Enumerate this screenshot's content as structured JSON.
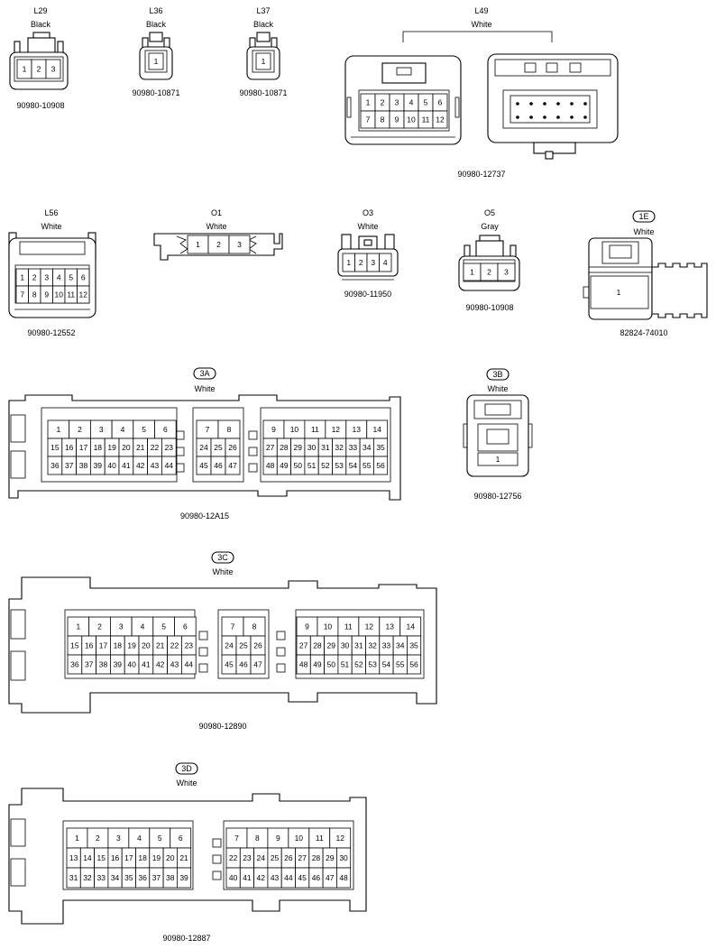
{
  "connectors": [
    {
      "id": "L29",
      "color": "Black",
      "part": "90980-10908",
      "rows": [
        [
          "1",
          "2",
          "3"
        ]
      ]
    },
    {
      "id": "L36",
      "color": "Black",
      "part": "90980-10871",
      "rows": [
        [
          "1"
        ]
      ]
    },
    {
      "id": "L37",
      "color": "Black",
      "part": "90980-10871",
      "rows": [
        [
          "1"
        ]
      ]
    },
    {
      "id": "L49",
      "color": "White",
      "part": "90980-12737",
      "rows": [
        [
          "1",
          "2",
          "3",
          "4",
          "5",
          "6"
        ],
        [
          "7",
          "8",
          "9",
          "10",
          "11",
          "12"
        ]
      ]
    },
    {
      "id": "L56",
      "color": "White",
      "part": "90980-12552",
      "rows": [
        [
          "1",
          "2",
          "3",
          "4",
          "5",
          "6"
        ],
        [
          "7",
          "8",
          "9",
          "10",
          "11",
          "12"
        ]
      ]
    },
    {
      "id": "O1",
      "color": "White",
      "part": "",
      "rows": [
        [
          "1",
          "2",
          "3"
        ]
      ]
    },
    {
      "id": "O3",
      "color": "White",
      "part": "90980-11950",
      "rows": [
        [
          "1",
          "2",
          "3",
          "4"
        ]
      ]
    },
    {
      "id": "O5",
      "color": "Gray",
      "part": "90980-10908",
      "rows": [
        [
          "1",
          "2",
          "3"
        ]
      ]
    },
    {
      "id": "1E",
      "color": "White",
      "part": "82824-74010",
      "rows": [
        [
          "1"
        ]
      ]
    },
    {
      "id": "3A",
      "color": "White",
      "part": "90980-12A15",
      "groups": [
        [
          [
            "1",
            "2",
            "3",
            "4",
            "5",
            "6"
          ],
          [
            "15",
            "16",
            "17",
            "18",
            "19",
            "20",
            "21",
            "22",
            "23"
          ],
          [
            "36",
            "37",
            "38",
            "39",
            "40",
            "41",
            "42",
            "43",
            "44"
          ]
        ],
        [
          [
            "7",
            "8"
          ],
          [
            "24",
            "25",
            "26"
          ],
          [
            "45",
            "46",
            "47"
          ]
        ],
        [
          [
            "9",
            "10",
            "11",
            "12",
            "13",
            "14"
          ],
          [
            "27",
            "28",
            "29",
            "30",
            "31",
            "32",
            "33",
            "34",
            "35"
          ],
          [
            "48",
            "49",
            "50",
            "51",
            "52",
            "53",
            "54",
            "55",
            "56"
          ]
        ]
      ]
    },
    {
      "id": "3B",
      "color": "White",
      "part": "90980-12756",
      "rows": [
        [
          "1"
        ]
      ]
    },
    {
      "id": "3C",
      "color": "White",
      "part": "90980-12890",
      "groups": [
        [
          [
            "1",
            "2",
            "3",
            "4",
            "5",
            "6"
          ],
          [
            "15",
            "16",
            "17",
            "18",
            "19",
            "20",
            "21",
            "22",
            "23"
          ],
          [
            "36",
            "37",
            "38",
            "39",
            "40",
            "41",
            "42",
            "43",
            "44"
          ]
        ],
        [
          [
            "7",
            "8"
          ],
          [
            "24",
            "25",
            "26"
          ],
          [
            "45",
            "46",
            "47"
          ]
        ],
        [
          [
            "9",
            "10",
            "11",
            "12",
            "13",
            "14"
          ],
          [
            "27",
            "28",
            "29",
            "30",
            "31",
            "32",
            "33",
            "34",
            "35"
          ],
          [
            "48",
            "49",
            "50",
            "51",
            "52",
            "53",
            "54",
            "55",
            "56"
          ]
        ]
      ]
    },
    {
      "id": "3D",
      "color": "White",
      "part": "90980-12887",
      "groups": [
        [
          [
            "1",
            "2",
            "3",
            "4",
            "5",
            "6"
          ],
          [
            "13",
            "14",
            "15",
            "16",
            "17",
            "18",
            "19",
            "20",
            "21"
          ],
          [
            "31",
            "32",
            "33",
            "34",
            "35",
            "36",
            "37",
            "38",
            "39"
          ]
        ],
        [
          [
            "7",
            "8",
            "9",
            "10",
            "11",
            "12"
          ],
          [
            "22",
            "23",
            "24",
            "25",
            "26",
            "27",
            "28",
            "29",
            "30"
          ],
          [
            "40",
            "41",
            "42",
            "43",
            "44",
            "45",
            "46",
            "47",
            "48"
          ]
        ]
      ]
    }
  ]
}
